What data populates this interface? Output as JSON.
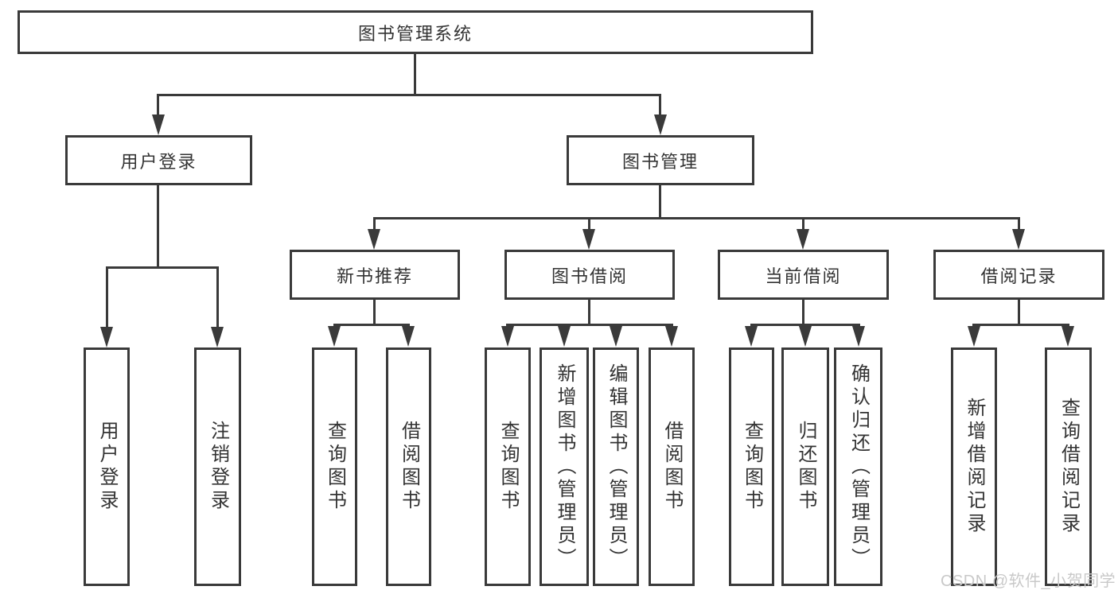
{
  "title": "图书管理系统",
  "level2": {
    "user_login": "用户登录",
    "book_management": "图书管理"
  },
  "level3": {
    "new_book_recommend": "新书推荐",
    "book_borrow": "图书借阅",
    "current_borrow": "当前借阅",
    "borrow_record": "借阅记录"
  },
  "leaves": {
    "user_login": [
      "用户登录",
      "注销登录"
    ],
    "new_book_recommend": [
      "查询图书",
      "借阅图书"
    ],
    "book_borrow": [
      "查询图书",
      "新增图书（管理员）",
      "编辑图书（管理员）",
      "借阅图书"
    ],
    "current_borrow": [
      "查询图书",
      "归还图书",
      "确认归还（管理员）"
    ],
    "borrow_record": [
      "新增借阅记录",
      "查询借阅记录"
    ]
  },
  "watermark": "CSDN @软件_小贺同学",
  "colors": {
    "line": "#3a3a3a",
    "text": "#333333",
    "background": "#ffffff",
    "watermark": "#c9c9c9"
  }
}
